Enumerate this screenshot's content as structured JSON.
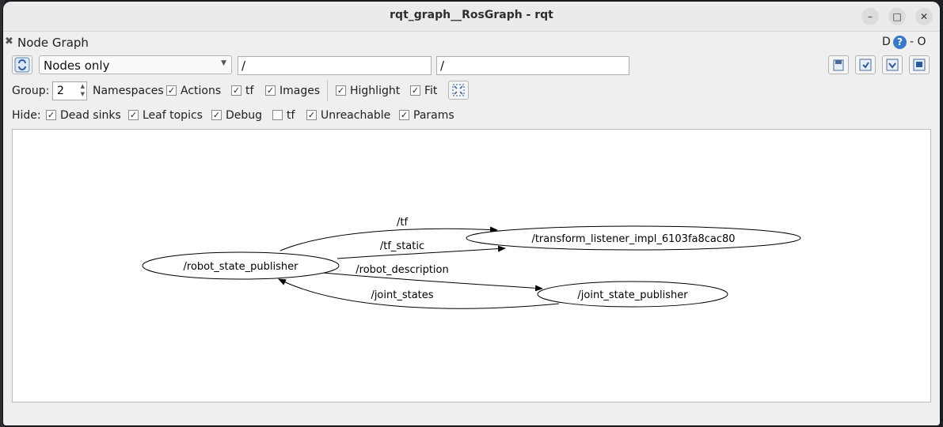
{
  "window": {
    "title": "rqt_graph__RosGraph - rqt"
  },
  "plugin": {
    "title": "Node Graph",
    "d_label": "D",
    "help_label": "?",
    "more_label": "- O"
  },
  "toolbar": {
    "display_mode": "Nodes only",
    "node_filter": "/",
    "topic_filter": "/"
  },
  "group": {
    "label": "Group:",
    "value": "2"
  },
  "options": {
    "namespaces": "Namespaces",
    "actions": "Actions",
    "tf": "tf",
    "images": "Images",
    "highlight": "Highlight",
    "fit": "Fit"
  },
  "hide": {
    "label": "Hide:",
    "dead_sinks": "Dead sinks",
    "leaf_topics": "Leaf topics",
    "debug": "Debug",
    "tf": "tf",
    "unreachable": "Unreachable",
    "params": "Params"
  },
  "graph": {
    "nodes": {
      "robot_state_publisher": "/robot_state_publisher",
      "transform_listener": "/transform_listener_impl_6103fa8cac80",
      "joint_state_publisher": "/joint_state_publisher"
    },
    "edges": {
      "tf": "/tf",
      "tf_static": "/tf_static",
      "robot_description": "/robot_description",
      "joint_states": "/joint_states"
    }
  }
}
